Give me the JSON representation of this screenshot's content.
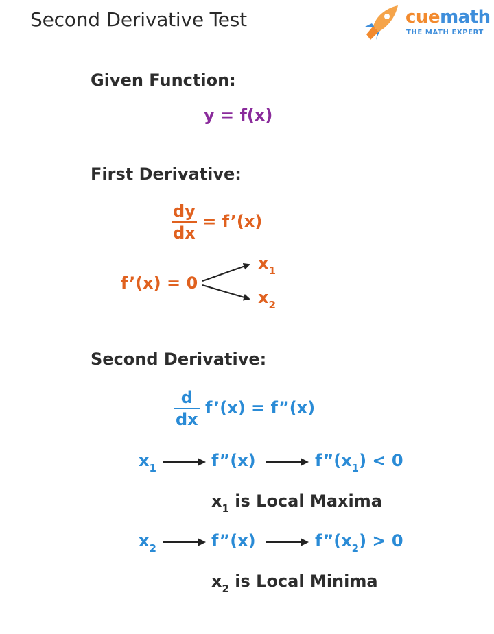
{
  "header": {
    "title": "Second Derivative Test",
    "brand_part1": "cue",
    "brand_part2": "math",
    "tagline": "THE MATH EXPERT"
  },
  "given": {
    "heading": "Given Function:",
    "equation": "y = f(x)"
  },
  "first": {
    "heading": "First Derivative:",
    "frac_num": "dy",
    "frac_den": "dx",
    "rhs": "= f’(x)",
    "root_eq": "f’(x) = 0",
    "root1_base": "x",
    "root1_sub": "1",
    "root2_base": "x",
    "root2_sub": "2"
  },
  "second": {
    "heading": "Second Derivative:",
    "frac_num": "d",
    "frac_den": "dx",
    "rhs": "f’(x) = f”(x)",
    "row1": {
      "x_base": "x",
      "x_sub": "1",
      "mid": "f”(x)",
      "res_pre": "f”(x",
      "res_sub": "1",
      "res_post": ") < 0",
      "concl_base": "x",
      "concl_sub": "1",
      "concl_text": " is Local Maxima"
    },
    "row2": {
      "x_base": "x",
      "x_sub": "2",
      "mid": "f”(x)",
      "res_pre": "f”(x",
      "res_sub": "2",
      "res_post": ") > 0",
      "concl_base": "x",
      "concl_sub": "2",
      "concl_text": " is Local Minima"
    }
  },
  "colors": {
    "purple": "#8a2b9b",
    "orange": "#e0611f",
    "blue": "#2a8bd6",
    "brand_orange": "#f28a2e",
    "brand_blue": "#3e8edb"
  },
  "icons": [
    "rocket-icon"
  ]
}
